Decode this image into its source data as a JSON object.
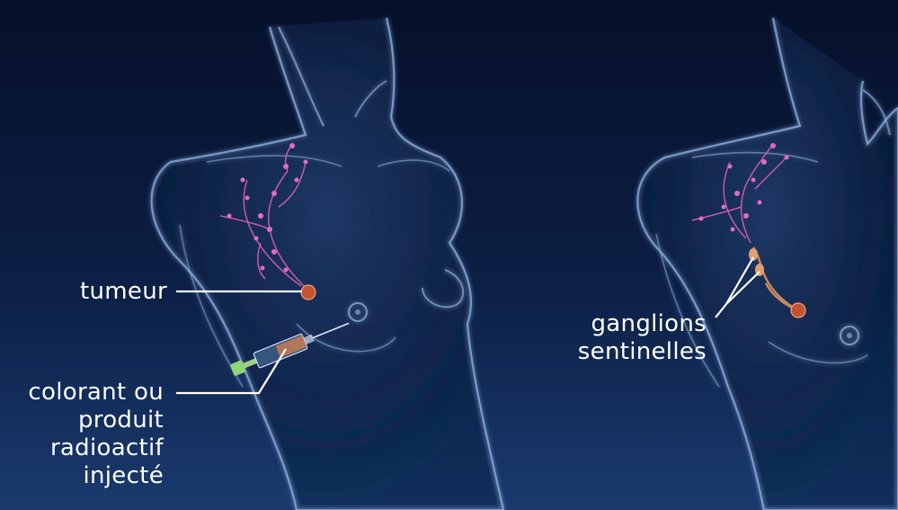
{
  "labels": {
    "tumor": "tumeur",
    "injection": [
      "colorant ou",
      "produit",
      "radioactif",
      "injecté"
    ],
    "sentinel_nodes": [
      "ganglions",
      "sentinelles"
    ]
  },
  "colors": {
    "background_top": "#06102a",
    "background_bottom": "#1a3a6e",
    "body_outline": "#8fb6e8",
    "lymph_vessel": "#d85fb0",
    "tumor": "#c4542f",
    "sentinel_vessel": "#c9875e",
    "syringe_fluid": "#c97a55",
    "syringe_plunger": "#8fd67a",
    "leader_line": "#ffffff"
  }
}
